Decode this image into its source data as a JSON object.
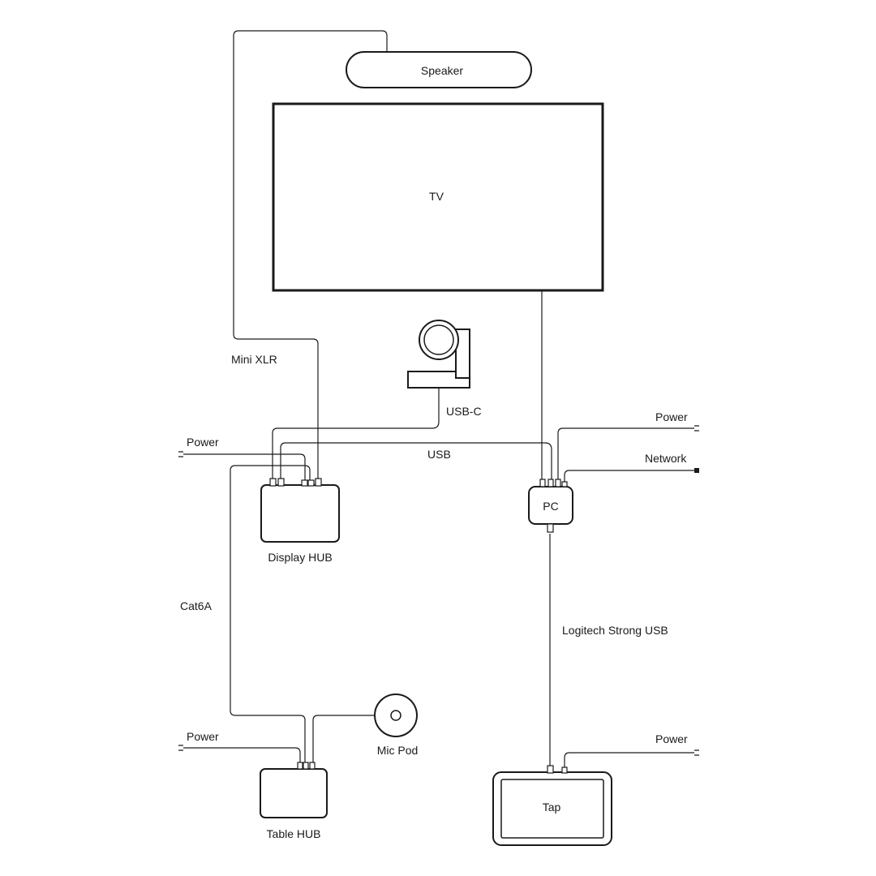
{
  "devices": {
    "speaker": "Speaker",
    "tv": "TV",
    "display_hub": "Display HUB",
    "pc": "PC",
    "table_hub": "Table HUB",
    "mic_pod": "Mic Pod",
    "tap": "Tap"
  },
  "cables": {
    "mini_xlr": "Mini XLR",
    "usb_c": "USB-C",
    "usb": "USB",
    "cat6a": "Cat6A",
    "strong_usb": "Logitech Strong USB",
    "network": "Network",
    "power_display_hub": "Power",
    "power_pc": "Power",
    "power_table_hub": "Power",
    "power_tap": "Power"
  },
  "icons": {
    "camera": "camera-icon",
    "mic_pod": "mic-pod-icon",
    "plug": "power-plug-icon"
  },
  "colors": {
    "line": "#1a1a1a",
    "background": "#ffffff"
  }
}
